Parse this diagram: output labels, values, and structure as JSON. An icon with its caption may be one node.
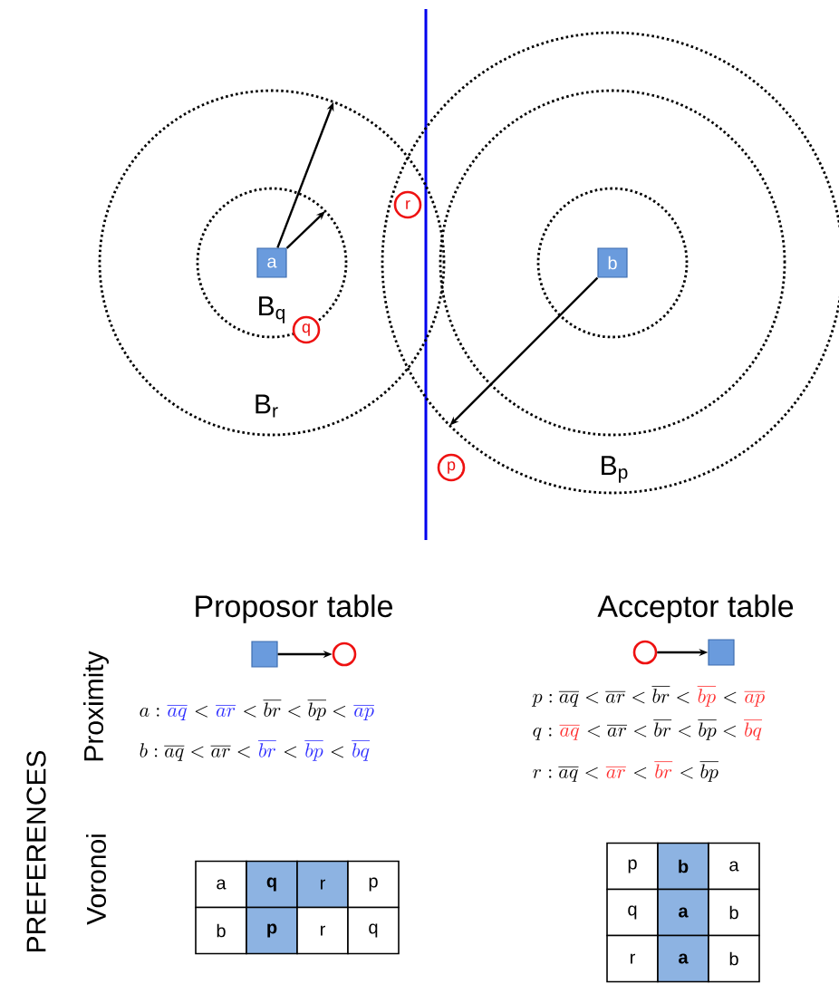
{
  "diagram": {
    "nodes": [
      {
        "text": [
          "B$_{p}$"
        ]
      },
      {
        "text": [],
        "shape": "circle",
        "in": 0
      },
      {
        "text": [
          "B$_{r}$"
        ]
      },
      {
        "text": [
          "B$_{q}$"
        ],
        "in": 2
      },
      {
        "text": [],
        "shape": "circle",
        "in": 1
      },
      {
        "text": [
          "r"
        ]
      },
      {
        "text": [
          "a"
        ],
        "in": 3
      },
      {
        "text": [
          "b"
        ],
        "in": 4
      },
      {
        "text": [
          "q"
        ],
        "in": 2
      },
      {
        "text": [
          "p"
        ]
      },
      {
        "text": [],
        "shape": "box"
      },
      {
        "text": [],
        "shape": "circle"
      },
      {
        "text": [],
        "shape": "circle"
      },
      {
        "text": [],
        "shape": "box"
      }
    ],
    "edges": [
      {
        "from": 6,
        "to": 2,
        "arrow": "to"
      },
      {
        "from": 6,
        "to": 3,
        "arrow": "to"
      },
      {
        "from": 7,
        "to": 0,
        "arrow": "to"
      },
      {
        "from": 10,
        "to": 11,
        "arrow": "to"
      },
      {
        "from": 12,
        "to": 13,
        "arrow": "to"
      }
    ],
    "labels": [
      "Proposor table",
      "Acceptor table",
      "PREFERENCES",
      "Proximity",
      "a :",
      "\\overline{aq}",
      "<",
      "\\overline{ar}",
      "< \\overline{br} < \\overline{bp} <",
      "\\overline{ap}",
      "b : \\overline{aq} < \\overline{ar} <",
      "\\overline{br}",
      "<",
      "\\overline{bp}",
      "<",
      "\\overline{bq}",
      "p : \\overline{aq} < \\overline{ar} < \\overline{br} <",
      "\\overline{bp}",
      "<",
      "\\overline{ap}",
      "q :",
      "\\overline{aq}",
      "< \\overline{ar} < \\overline{br} < \\overline{bp} <",
      "\\overline{bq}",
      "r : \\overline{aq} <",
      "\\overline{ar}",
      "<",
      "\\overline{br}",
      "< \\overline{bp}",
      "Voronoi",
      "p",
      "b",
      "a",
      "a",
      "q",
      "r",
      "p",
      "q",
      "a",
      "b",
      "b",
      "p",
      "r",
      "q",
      "r",
      "a",
      "b"
    ]
  }
}
